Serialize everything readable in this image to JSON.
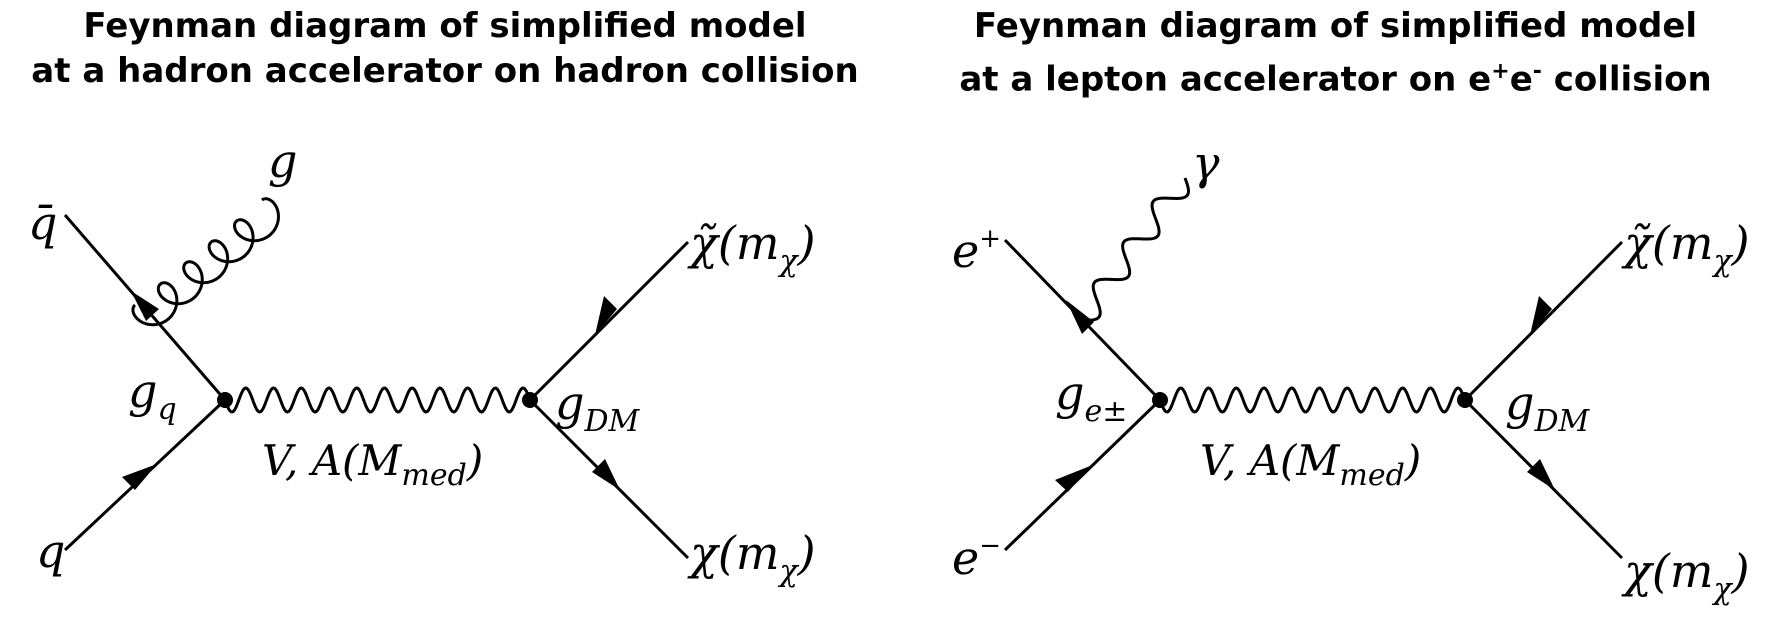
{
  "titles": {
    "left": {
      "line1": "Feynman diagram of simplified model",
      "line2": "at a hadron accelerator on hadron collision"
    },
    "right": {
      "line1": "Feynman diagram of simplified model",
      "line2_pre": "at a lepton accelerator on e",
      "line2_sup1": "+",
      "line2_mid": "e",
      "line2_sup2": "-",
      "line2_post": " collision"
    }
  },
  "hadron_diagram": {
    "antiquark": "q̄",
    "quark": "q",
    "gluon": "g",
    "coupling_q": {
      "base": "g",
      "sub": "q"
    },
    "coupling_dm": {
      "base": "g",
      "sub": "DM"
    },
    "mediator": {
      "pre": "V, A(M",
      "sub": "med",
      "post": ")"
    },
    "dm_tilde": {
      "pre": "χ̃(m",
      "sub": "χ",
      "post": ")"
    },
    "dm": {
      "pre": "χ(m",
      "sub": "χ",
      "post": ")"
    }
  },
  "lepton_diagram": {
    "positron": {
      "base": "e",
      "sup": "+"
    },
    "electron": {
      "base": "e",
      "sup": "−"
    },
    "photon": "γ",
    "coupling_e": {
      "base": "g",
      "sub": "e±"
    },
    "coupling_dm": {
      "base": "g",
      "sub": "DM"
    },
    "mediator": {
      "pre": "V, A(M",
      "sub": "med",
      "post": ")"
    },
    "dm_tilde": {
      "pre": "χ̃(m",
      "sub": "χ",
      "post": ")"
    },
    "dm": {
      "pre": "χ(m",
      "sub": "χ",
      "post": ")"
    }
  }
}
